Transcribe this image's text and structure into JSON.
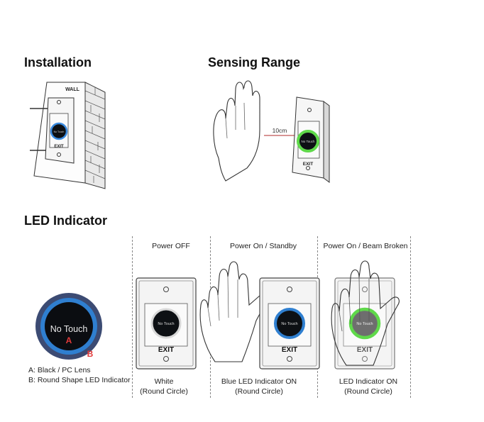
{
  "headings": {
    "installation": "Installation",
    "sensing_range": "Sensing Range",
    "led_indicator": "LED Indicator"
  },
  "installation": {
    "wall_label": "WALL",
    "exit_label": "EXIT"
  },
  "sensing": {
    "distance_label": "10cm",
    "button_text": "No Touch",
    "exit_label": "EXIT"
  },
  "lens": {
    "text": "No Touch",
    "marker_a": "A",
    "marker_b": "B",
    "legend_a": "A: Black / PC Lens",
    "legend_b": "B: Round Shape LED Indicator"
  },
  "panels": [
    {
      "title": "Power OFF",
      "button_text": "No Touch",
      "exit": "EXIT",
      "caption_line1": "White",
      "caption_line2": "(Round Circle)",
      "ring_color": "#d8d8d8"
    },
    {
      "title": "Power On / Standby",
      "button_text": "No Touch",
      "exit": "EXIT",
      "caption_line1": "Blue LED Indicator ON",
      "caption_line2": "(Round Circle)",
      "ring_color": "#2f7fd0"
    },
    {
      "title": "Power On / Beam Broken",
      "button_text": "No Touch",
      "exit": "EXIT",
      "caption_line1": "LED Indicator ON",
      "caption_line2": "(Round Circle)",
      "ring_color": "#5fd94a"
    }
  ]
}
